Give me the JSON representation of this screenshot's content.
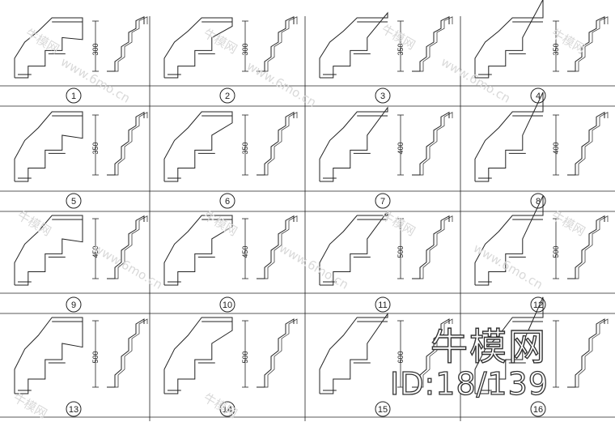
{
  "sheet": {
    "profiles": [
      {
        "number": "1",
        "height": "300"
      },
      {
        "number": "2",
        "height": "300"
      },
      {
        "number": "3",
        "height": "350"
      },
      {
        "number": "4",
        "height": "350"
      },
      {
        "number": "5",
        "height": "350"
      },
      {
        "number": "6",
        "height": "350"
      },
      {
        "number": "7",
        "height": "400"
      },
      {
        "number": "8",
        "height": "400"
      },
      {
        "number": "9",
        "height": "450"
      },
      {
        "number": "10",
        "height": "450"
      },
      {
        "number": "11",
        "height": "500"
      },
      {
        "number": "12",
        "height": "500"
      },
      {
        "number": "13",
        "height": "500"
      },
      {
        "number": "14",
        "height": "500"
      },
      {
        "number": "15",
        "height": "600"
      },
      {
        "number": "16",
        "height": ""
      }
    ]
  },
  "watermark": {
    "brand": "牛模网",
    "id_text": "ID:18/139",
    "site": "www.6mo.cn"
  }
}
